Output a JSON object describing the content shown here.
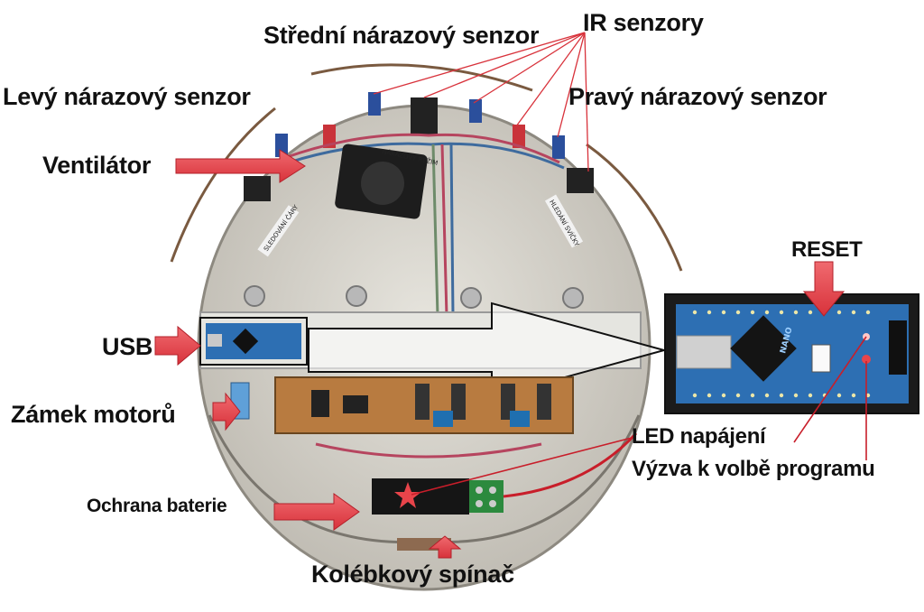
{
  "labels": {
    "ir_sensors": "IR senzory",
    "middle_bumper": "Střední nárazový senzor",
    "left_bumper": "Levý nárazový senzor",
    "right_bumper": "Pravý nárazový senzor",
    "fan": "Ventilátor",
    "reset": "RESET",
    "usb": "USB",
    "motor_lock": "Zámek motorů",
    "led_power": "LED napájení",
    "program_prompt": "Výzva k volbě programu",
    "battery_protection": "Ochrana baterie",
    "rocker_switch": "Kolébkový spínač"
  },
  "board_text": {
    "left_sticker": "SLEDOVÁNÍ ČÁRY",
    "right_sticker": "HLEDÁNÍ SVÍČKY",
    "fan_sticker": "NÁRAZOVÝ REŽIM",
    "nano_chip": "NANO"
  },
  "colors": {
    "arrow": "#e8444a",
    "arrow_dark": "#c81e2a",
    "board": "#d9d7d0",
    "arduino": "#2d6fb3"
  }
}
